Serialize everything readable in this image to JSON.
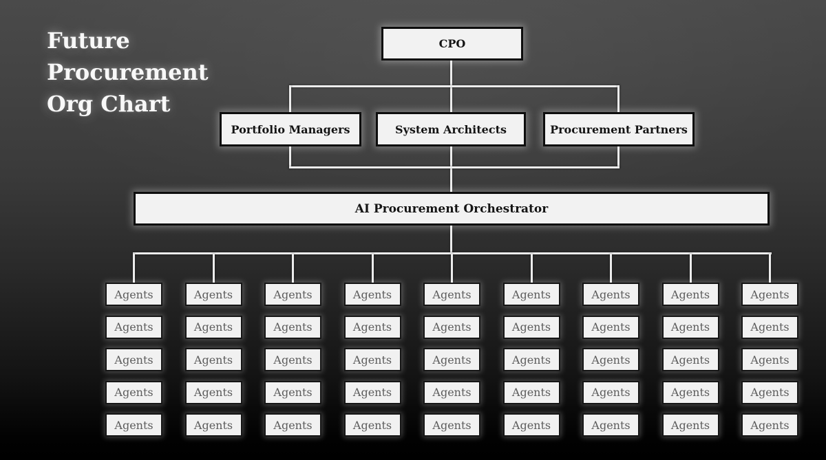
{
  "title": "Future Procurement Org Chart",
  "org_chart": {
    "root": {
      "label": "CPO"
    },
    "level2": [
      {
        "label": "Portfolio Managers"
      },
      {
        "label": "System Architects"
      },
      {
        "label": "Procurement Partners"
      }
    ],
    "orchestrator": {
      "label": "AI Procurement Orchestrator"
    },
    "agents": {
      "label": "Agents",
      "columns": 9,
      "rows": 5
    }
  },
  "colors": {
    "background_top": "#4a4a4a",
    "background_bottom": "#000000",
    "box_fill": "#f2f2f2",
    "box_border": "#0d0d0d",
    "connector_line": "#ececec",
    "title_text": "#f8f8f8",
    "node_text": "#141414",
    "agent_text": "#5c5c5c"
  }
}
